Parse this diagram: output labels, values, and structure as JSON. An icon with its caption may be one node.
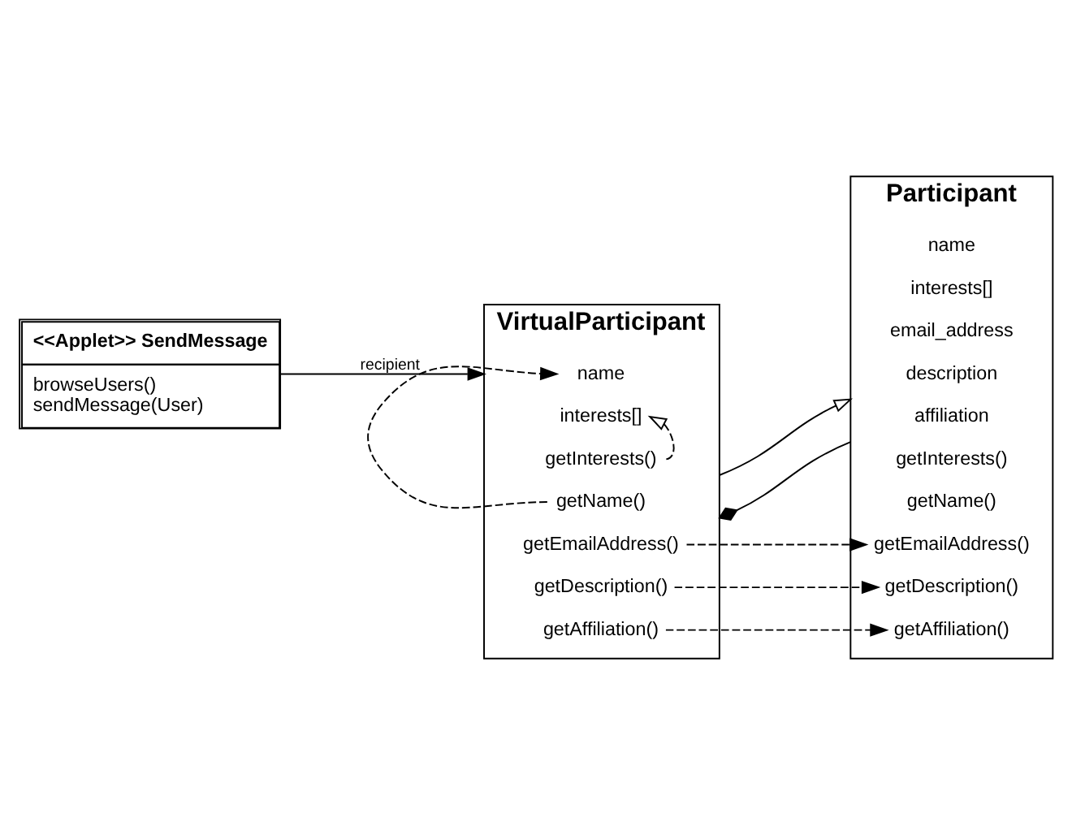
{
  "diagram": {
    "nodes": [
      {
        "text": [
          "<<Applet>> SendMessage",
          "browseUsers()",
          "sendMessage(User)"
        ]
      },
      {
        "text": [
          "VirtualParticipant"
        ]
      },
      {
        "text": [
          "name"
        ],
        "in": 1
      },
      {
        "text": [
          "interests[]"
        ],
        "in": 1
      },
      {
        "text": [
          "getInterests()"
        ],
        "in": 1
      },
      {
        "text": [
          "getName()"
        ],
        "in": 1
      },
      {
        "text": [
          "getEmailAddress()"
        ],
        "in": 1
      },
      {
        "text": [
          "getDescription()"
        ],
        "in": 1
      },
      {
        "text": [
          "getAffiliation()"
        ],
        "in": 1
      },
      {
        "text": [
          "Participant"
        ]
      },
      {
        "text": [
          "name"
        ],
        "in": 9
      },
      {
        "text": [
          "interests[]"
        ],
        "in": 9
      },
      {
        "text": [
          "email_address"
        ],
        "in": 9
      },
      {
        "text": [
          "description"
        ],
        "in": 9
      },
      {
        "text": [
          "affiliation"
        ],
        "in": 9
      },
      {
        "text": [
          "getInterests()"
        ],
        "in": 9
      },
      {
        "text": [
          "getName()"
        ],
        "in": 9
      },
      {
        "text": [
          "getEmailAddress()"
        ],
        "in": 9
      },
      {
        "text": [
          "getDescription()"
        ],
        "in": 9
      },
      {
        "text": [
          "getAffiliation()"
        ],
        "in": 9
      }
    ],
    "edges": [
      {
        "from": 0,
        "to": 1,
        "arrow": "to",
        "label": "recipient"
      },
      {
        "from": 1,
        "to": 9,
        "arrow": "to"
      },
      {
        "from": 1,
        "to": 9,
        "arrow": "other"
      },
      {
        "from": 4,
        "to": 3,
        "arrow": "to",
        "style": "dashed"
      },
      {
        "from": 5,
        "to": 2,
        "arrow": "to",
        "style": "dashed"
      },
      {
        "from": 6,
        "to": 17,
        "arrow": "to",
        "style": "dashed"
      },
      {
        "from": 7,
        "to": 18,
        "arrow": "to",
        "style": "dashed"
      },
      {
        "from": 8,
        "to": 19,
        "arrow": "to",
        "style": "dashed"
      }
    ]
  }
}
